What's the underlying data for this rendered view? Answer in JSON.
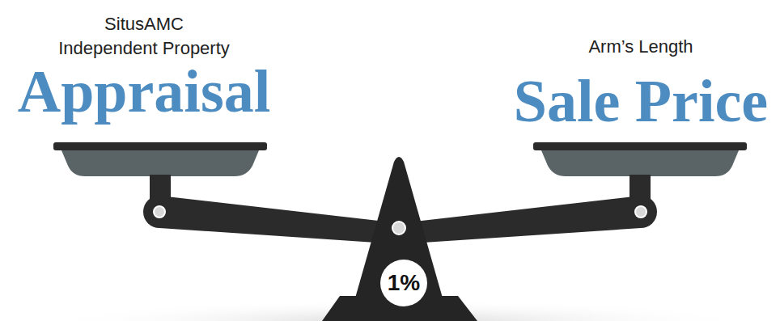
{
  "diagram": {
    "nodes": [
      {
        "text": [
          "1%"
        ]
      }
    ],
    "labels": [
      "SitusAMC Independent Property",
      "Appraisal",
      "Arm’s Length",
      "Sale Price"
    ]
  }
}
